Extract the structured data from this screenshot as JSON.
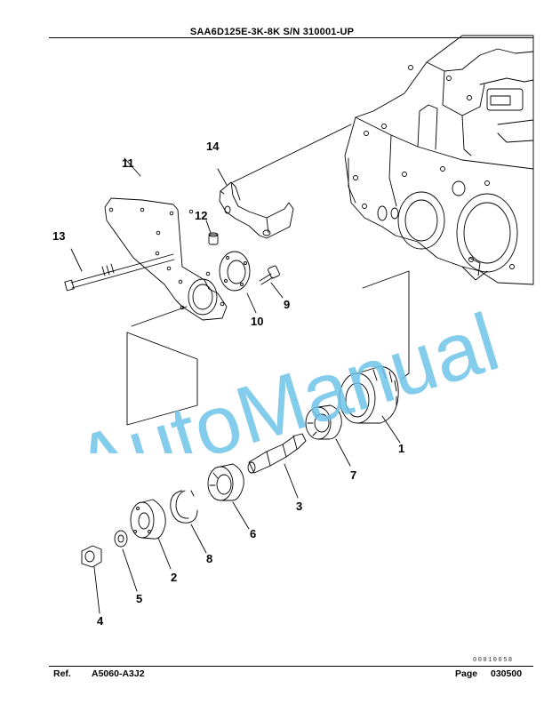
{
  "header": {
    "title": "SAA6D125E-3K-8K S/N 310001-UP"
  },
  "callouts": {
    "c1": "1",
    "c2": "2",
    "c3": "3",
    "c4": "4",
    "c5": "5",
    "c6": "6",
    "c7": "7",
    "c8": "8",
    "c9": "9",
    "c10": "10",
    "c11": "11",
    "c12": "12",
    "c13": "13",
    "c14": "14"
  },
  "watermark": {
    "text": "AutoManual",
    "color": "#6fc3e8"
  },
  "footer": {
    "small_code": "00010058",
    "ref_label": "Ref.",
    "ref_value": "A5060-A3J2",
    "page_label": "Page",
    "page_value": "030500"
  }
}
